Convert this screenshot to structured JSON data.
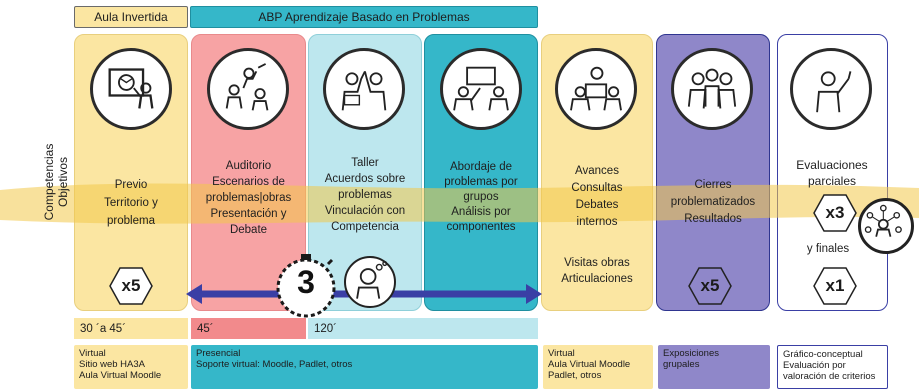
{
  "header": {
    "aula_invertida": "Aula Invertida",
    "abp": "ABP Aprendizaje Basado en Problemas"
  },
  "side_labels": {
    "line1": "Competencias",
    "line2": "Objetivos"
  },
  "columns": {
    "previo": {
      "lines": [
        "Previo",
        "Territorio y",
        "problema"
      ],
      "count": "x5",
      "icon": "presentation-board-icon"
    },
    "auditorio": {
      "lines": [
        "Auditorio",
        "Escenarios de",
        "problemas|obras",
        "Presentación y",
        "Debate"
      ],
      "icon": "audience-icon"
    },
    "taller": {
      "lines": [
        "Taller",
        "Acuerdos sobre",
        "problemas",
        "Vinculación con",
        "Competencia"
      ],
      "icon": "high-five-icon"
    },
    "abordaje": {
      "lines": [
        "Abordaje de",
        "problemas  por",
        "grupos",
        "Análisis por",
        "componentes"
      ],
      "icon": "group-work-icon"
    },
    "avances": {
      "lines": [
        "Avances",
        "Consultas",
        "Debates",
        "internos"
      ],
      "extra": [
        "Visitas obras",
        "Articulaciones"
      ],
      "icon": "discussion-icon"
    },
    "cierres": {
      "lines": [
        "Cierres",
        "problematizados",
        "Resultados"
      ],
      "count": "x5",
      "icon": "team-icon"
    },
    "evaluaciones": {
      "lines": [
        "Evaluaciones",
        "parciales"
      ],
      "count_partial": "x3",
      "finals": "y finales",
      "count_final": "x1",
      "icon": "presenter-icon"
    }
  },
  "timer": {
    "value": "3",
    "icon": "stopwatch-icon"
  },
  "thinking_icon": "thinking-person-icon",
  "network_icon": "network-person-icon",
  "times": {
    "previo": "30 ´a 45´",
    "auditorio": "45´",
    "taller": "120´"
  },
  "footers": {
    "previo": [
      "Virtual",
      "Sitio web HA3A",
      "Aula Virtual Moodle"
    ],
    "abp": [
      "Presencial",
      "Soporte virtual: Moodle, Padlet, otros"
    ],
    "avances": [
      "Virtual",
      "Aula Virtual Moodle",
      "Padlet, otros"
    ],
    "cierres": [
      "Exposiciones",
      "grupales"
    ],
    "evaluaciones": [
      "Gráfico-conceptual",
      "Evaluación por",
      "valoración de criterios"
    ]
  },
  "colors": {
    "yellow": "#fbe6a2",
    "pink": "#f7a3a4",
    "light_cyan": "#bde7ee",
    "teal": "#35b7c9",
    "purple": "#8f87c9",
    "arrow": "#3a3fa5",
    "band": "#f2c84b"
  }
}
